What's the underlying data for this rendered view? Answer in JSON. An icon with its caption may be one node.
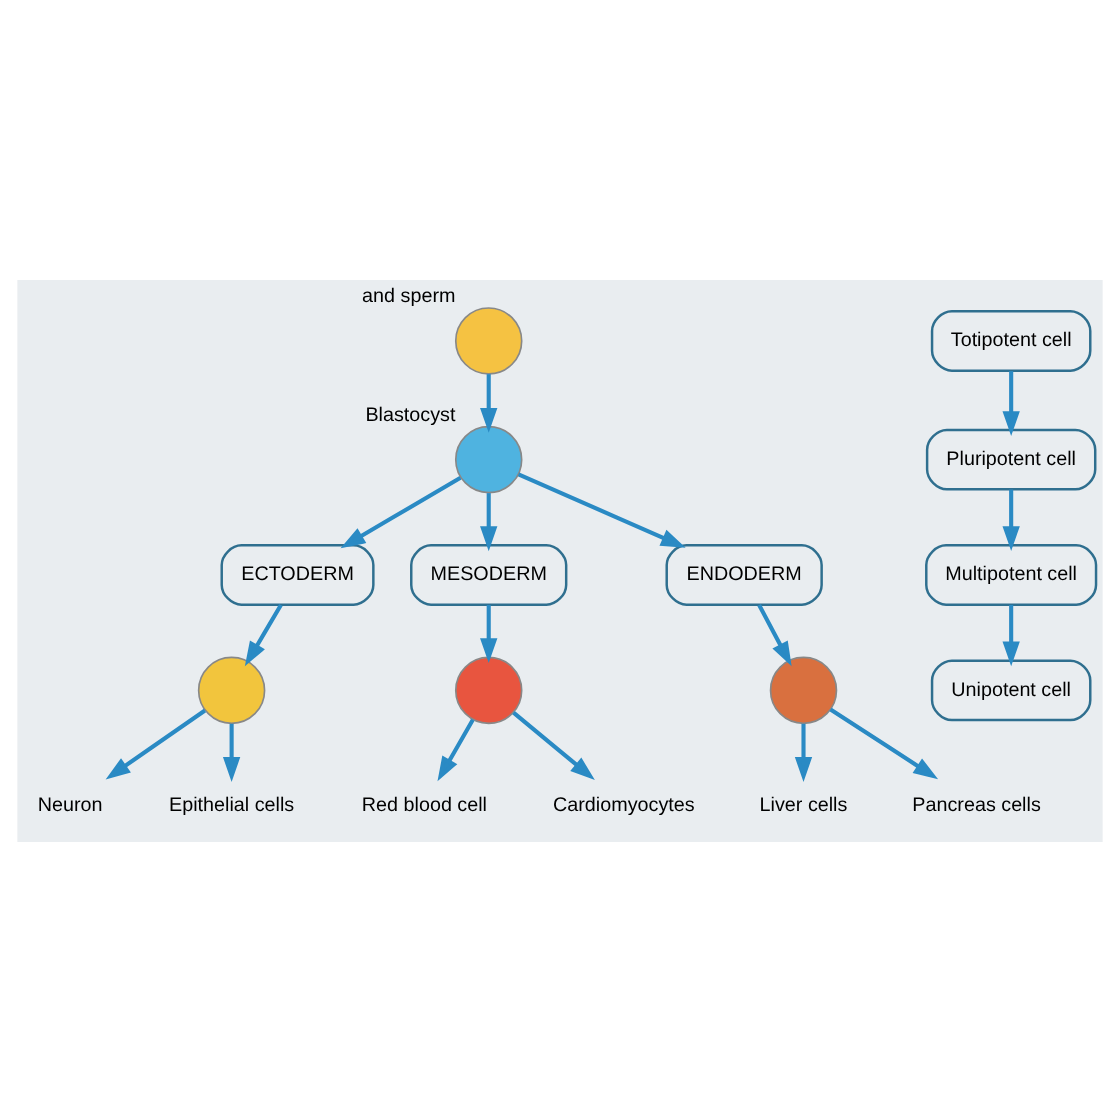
{
  "diagram": {
    "nodes": [
      {
        "text": [],
        "shape": "circle",
        "beside": [
          "and sperm"
        ]
      },
      {
        "text": [],
        "shape": "circle",
        "beside": [
          "Blastocyst"
        ]
      },
      {
        "text": [
          "ECTODERM"
        ]
      },
      {
        "text": [
          "MESODERM"
        ]
      },
      {
        "text": [
          "ENDODERM"
        ]
      },
      {
        "text": [],
        "shape": "circle"
      },
      {
        "text": [],
        "shape": "circle"
      },
      {
        "text": [],
        "shape": "circle"
      },
      {
        "text": [
          "Neuron"
        ]
      },
      {
        "text": [
          "Epithelial cells"
        ]
      },
      {
        "text": [
          "Red blood cell"
        ]
      },
      {
        "text": [
          "Cardiomyocytes"
        ]
      },
      {
        "text": [
          "Liver cells"
        ]
      },
      {
        "text": [
          "Pancreas cells"
        ]
      },
      {
        "text": [
          "Totipotent cell"
        ]
      },
      {
        "text": [
          "Pluripotent cell"
        ]
      },
      {
        "text": [
          "Multipotent cell"
        ]
      },
      {
        "text": [
          "Unipotent cell"
        ]
      }
    ],
    "edges": [
      {
        "from": 0,
        "to": 1,
        "arrow": "to"
      },
      {
        "from": 1,
        "to": 2,
        "arrow": "to"
      },
      {
        "from": 1,
        "to": 3,
        "arrow": "to"
      },
      {
        "from": 1,
        "to": 4,
        "arrow": "to"
      },
      {
        "from": 2,
        "to": 5,
        "arrow": "to"
      },
      {
        "from": 3,
        "to": 6,
        "arrow": "to"
      },
      {
        "from": 4,
        "to": 7,
        "arrow": "to"
      },
      {
        "from": 5,
        "to": 8,
        "arrow": "to"
      },
      {
        "from": 5,
        "to": 9,
        "arrow": "to"
      },
      {
        "from": 6,
        "to": 10,
        "arrow": "to"
      },
      {
        "from": 6,
        "to": 11,
        "arrow": "to"
      },
      {
        "from": 7,
        "to": 12,
        "arrow": "to"
      },
      {
        "from": 7,
        "to": 13,
        "arrow": "to"
      },
      {
        "from": 14,
        "to": 15,
        "arrow": "to"
      },
      {
        "from": 15,
        "to": 16,
        "arrow": "to"
      },
      {
        "from": 16,
        "to": 17,
        "arrow": "to"
      }
    ]
  }
}
